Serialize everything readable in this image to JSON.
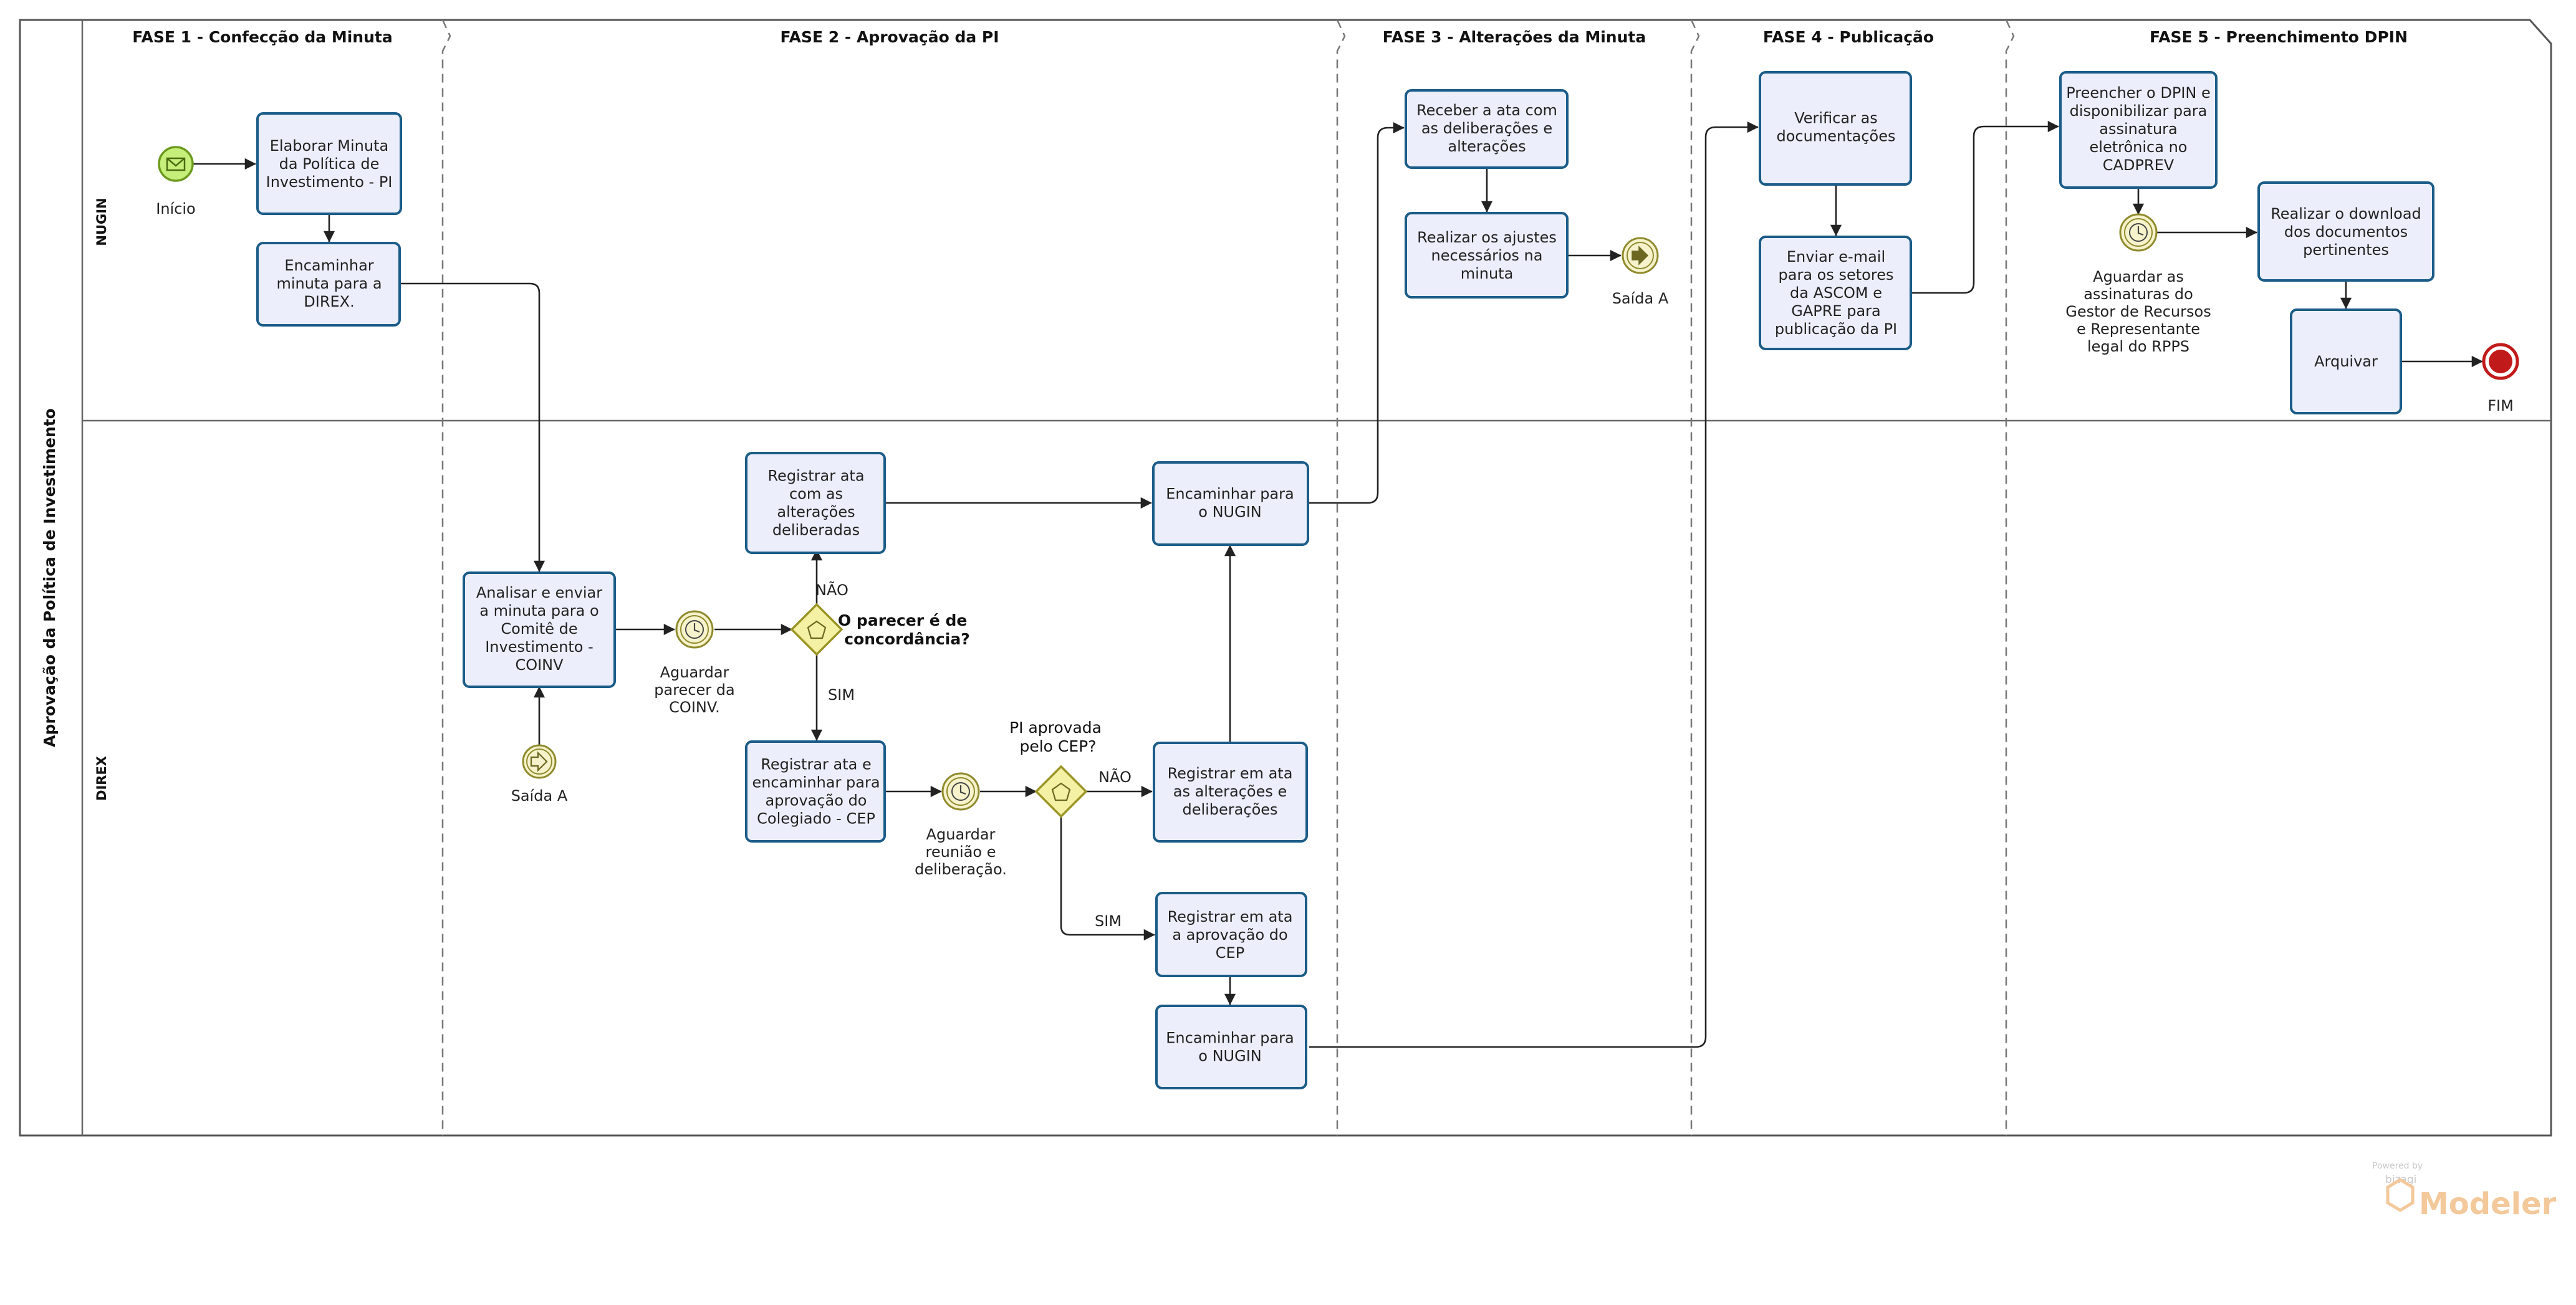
{
  "pool": {
    "label": "Aprovação da Política de Investimento"
  },
  "lanes": {
    "nugin": "NUGIN",
    "direx": "DIREX"
  },
  "phases": [
    "FASE 1 - Confecção da Minuta",
    "FASE 2 - Aprovação da PI",
    "FASE 3 - Alterações da Minuta",
    "FASE 4 - Publicação",
    "FASE 5 - Preenchimento DPIN"
  ],
  "tasks": {
    "elaborar": [
      "Elaborar Minuta",
      "da Política de",
      "Investimento - PI"
    ],
    "encaminhar_direx": [
      "Encaminhar",
      "minuta para a",
      "DIREX."
    ],
    "analisar": [
      "Analisar e enviar",
      "a minuta para o",
      "Comitê de",
      "Investimento -",
      "COINV"
    ],
    "registrar_alteracoes": [
      "Registrar ata",
      "com as",
      "alterações",
      "deliberadas"
    ],
    "registrar_encaminhar": [
      "Registrar ata e",
      "encaminhar para",
      "aprovação do",
      "Colegiado - CEP"
    ],
    "encaminhar_nugin_1": [
      "Encaminhar para",
      "o NUGIN"
    ],
    "registrar_ata_alt": [
      "Registrar em ata",
      "as alterações e",
      "deliberações"
    ],
    "registrar_aprov": [
      "Registrar em ata",
      "a aprovação do",
      "CEP"
    ],
    "encaminhar_nugin_2": [
      "Encaminhar para",
      "o NUGIN"
    ],
    "receber_ata": [
      "Receber a ata com",
      "as deliberações e",
      "alterações"
    ],
    "realizar_ajustes": [
      "Realizar os ajustes",
      "necessários na",
      "minuta"
    ],
    "verificar": [
      "Verificar as",
      "documentações"
    ],
    "enviar_email": [
      "Enviar e-mail",
      "para os setores",
      "da ASCOM e",
      "GAPRE para",
      "publicação da PI"
    ],
    "preencher_dpin": [
      "Preencher o DPIN e",
      "disponibilizar para",
      "assinatura",
      "eletrônica no",
      "CADPREV"
    ],
    "realizar_download": [
      "Realizar o download",
      "dos documentos",
      "pertinentes"
    ],
    "arquivar": [
      "Arquivar"
    ]
  },
  "events": {
    "inicio": [
      "Início"
    ],
    "saida_a_direx": [
      "Saída A"
    ],
    "aguardar_coinv": [
      "Aguardar",
      "parecer da",
      "COINV."
    ],
    "aguardar_reuniao": [
      "Aguardar",
      "reunião e",
      "deliberação."
    ],
    "saida_a_nugin": [
      "Saída A"
    ],
    "aguardar_assinaturas": [
      "Aguardar as",
      "assinaturas do",
      "Gestor de Recursos",
      "e Representante",
      "legal do RPPS"
    ],
    "fim": [
      "FIM"
    ]
  },
  "gateways": {
    "parecer": [
      "O parecer é de",
      "concordância?"
    ],
    "cep": [
      "PI aprovada",
      "pelo CEP?"
    ]
  },
  "flow_labels": {
    "nao_1": "NÃO",
    "sim_1": "SIM",
    "nao_2": "NÃO",
    "sim_2": "SIM"
  },
  "watermark": {
    "powered_by": "Powered by",
    "brand": "bizagi",
    "product": "Modeler"
  },
  "colors": {
    "task_fill": "#eceffb",
    "task_stroke": "#1b5c88",
    "start_fill": "#c6ee7a",
    "start_stroke": "#6b9a1d",
    "intermediate_fill": "#f6f3cc",
    "intermediate_stroke": "#8f8a2c",
    "gateway_fill": "#f4f1a4",
    "gateway_stroke": "#9a9426",
    "end_fill": "#c11a1a"
  }
}
